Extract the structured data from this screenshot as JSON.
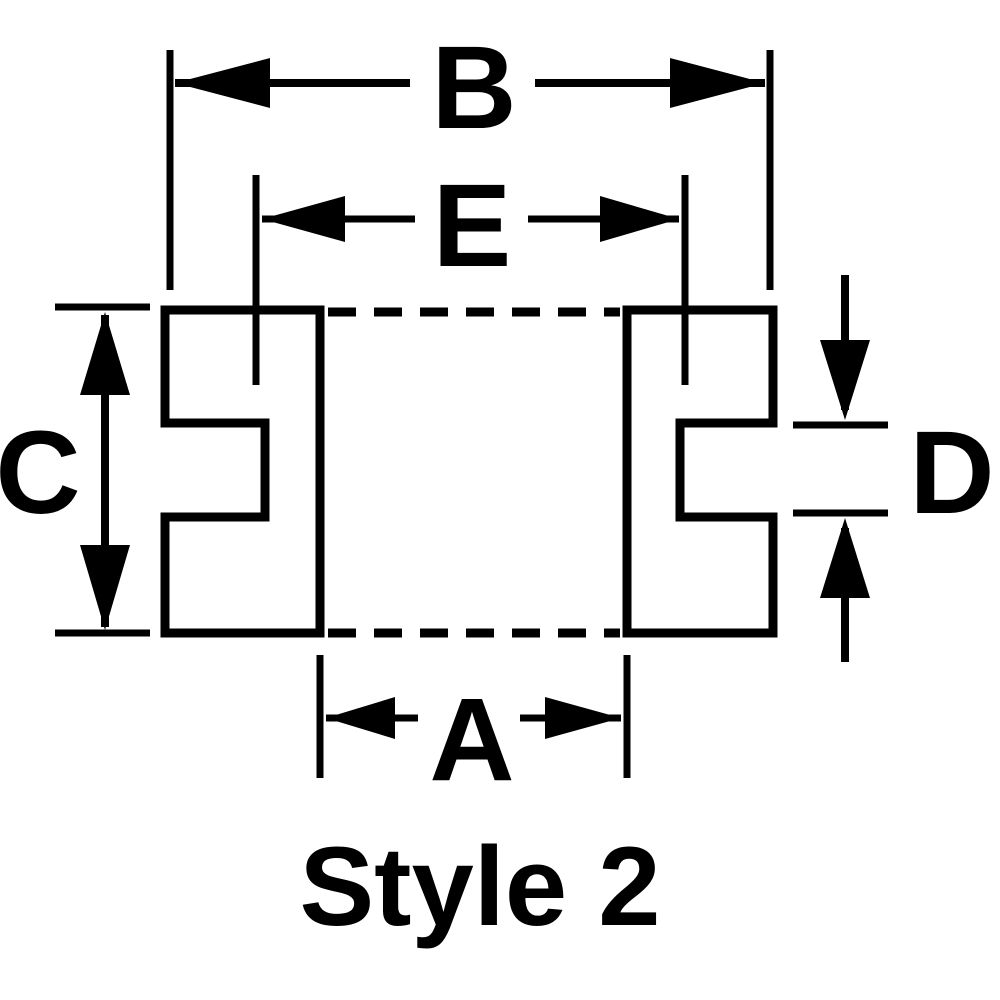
{
  "diagram": {
    "labels": {
      "b": "B",
      "e": "E",
      "c": "C",
      "d": "D",
      "a": "A"
    },
    "caption": "Style 2",
    "colors": {
      "ink": "#000000",
      "background": "#ffffff"
    }
  }
}
